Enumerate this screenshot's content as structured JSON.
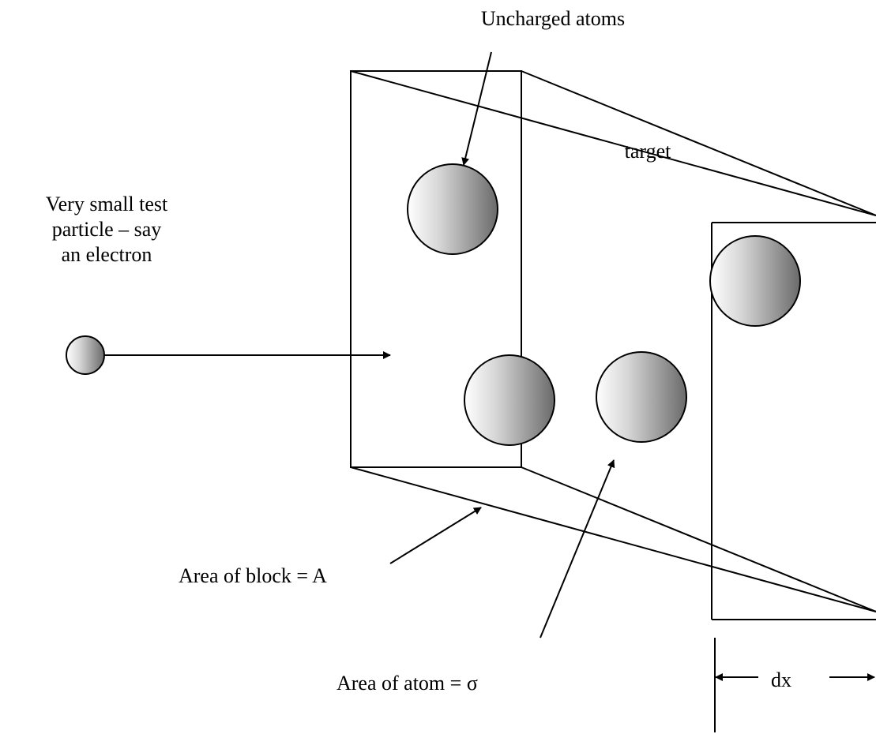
{
  "labels": {
    "uncharged_atoms": "Uncharged atoms",
    "target": "target",
    "test_particle": [
      "Very small test",
      "particle – say",
      "an electron"
    ],
    "area_block": "Area of block = A",
    "area_atom": "Area of atom = σ",
    "dx": "dx"
  },
  "colors": {
    "line": "#000000",
    "sphere_light": "#ffffff",
    "sphere_dark": "#6f6f6f"
  }
}
